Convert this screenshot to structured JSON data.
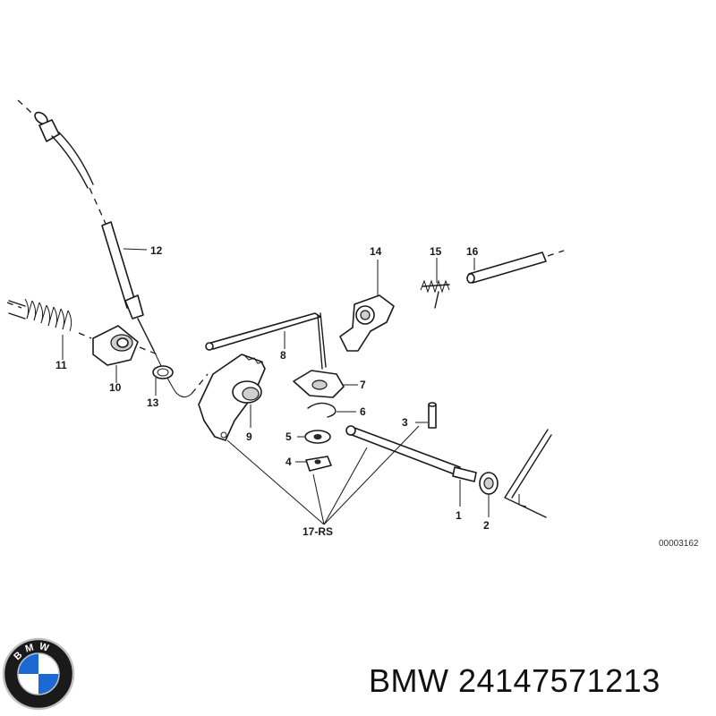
{
  "diagram": {
    "callouts": [
      "1",
      "2",
      "3",
      "4",
      "5",
      "6",
      "7",
      "8",
      "9",
      "10",
      "11",
      "12",
      "13",
      "14",
      "15",
      "16",
      "17-RS"
    ],
    "diagram_id": "00003162"
  },
  "brand": {
    "logo_text": "BMW",
    "logo_colors": {
      "blue": "#1c69d4",
      "white": "#ffffff",
      "ring": "#1a1a1a",
      "chrome": "#c0c0c0"
    }
  },
  "footer": {
    "part_label": "BMW 24147571213"
  }
}
